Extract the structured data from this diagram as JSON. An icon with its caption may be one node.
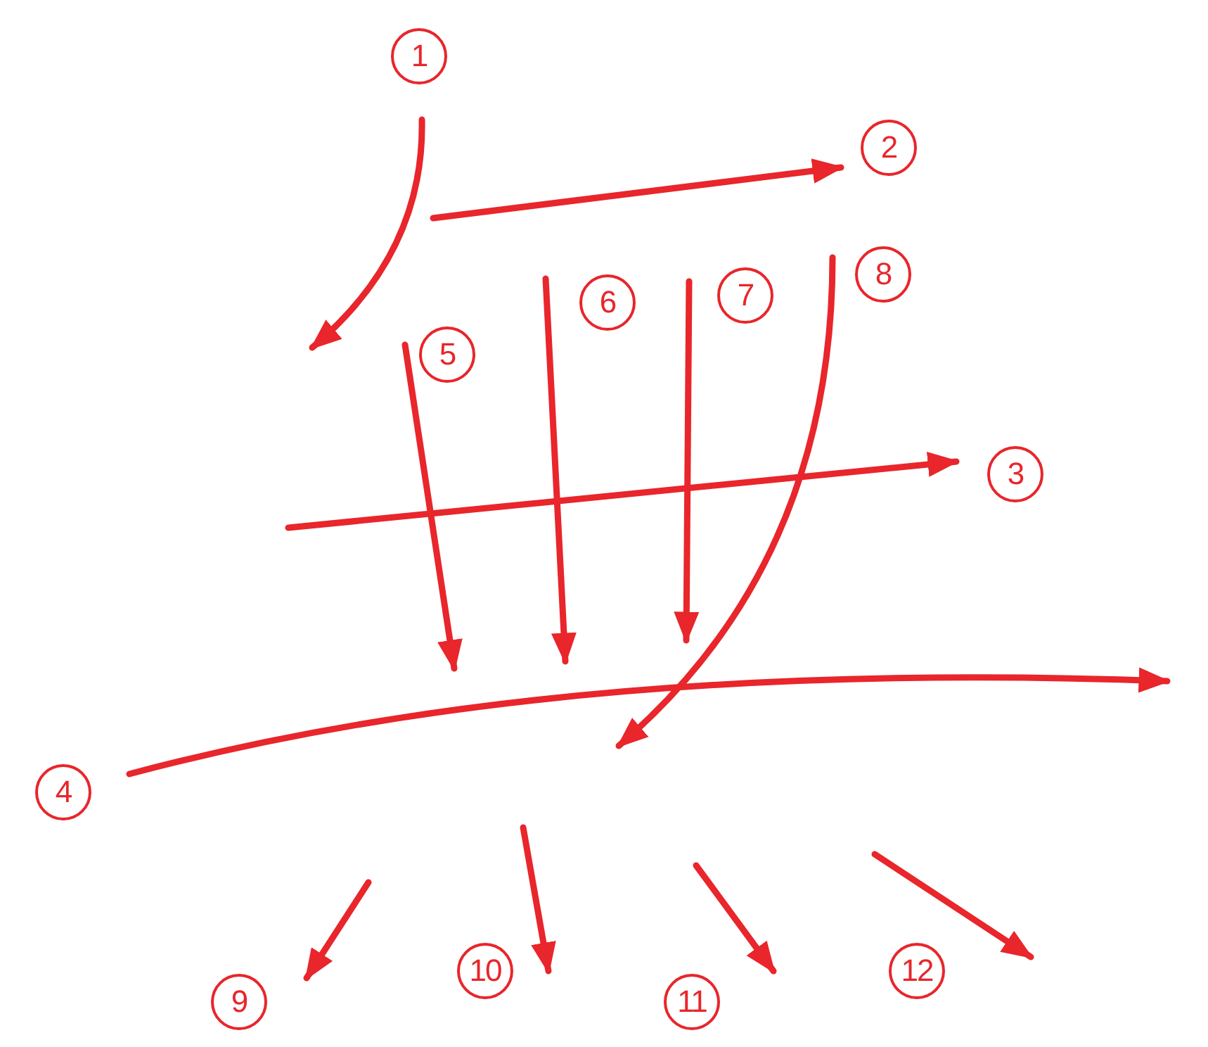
{
  "diagram": {
    "labels": [
      "1",
      "2",
      "3",
      "4",
      "5",
      "6",
      "7",
      "8",
      "9",
      "10",
      "11",
      "12"
    ]
  }
}
